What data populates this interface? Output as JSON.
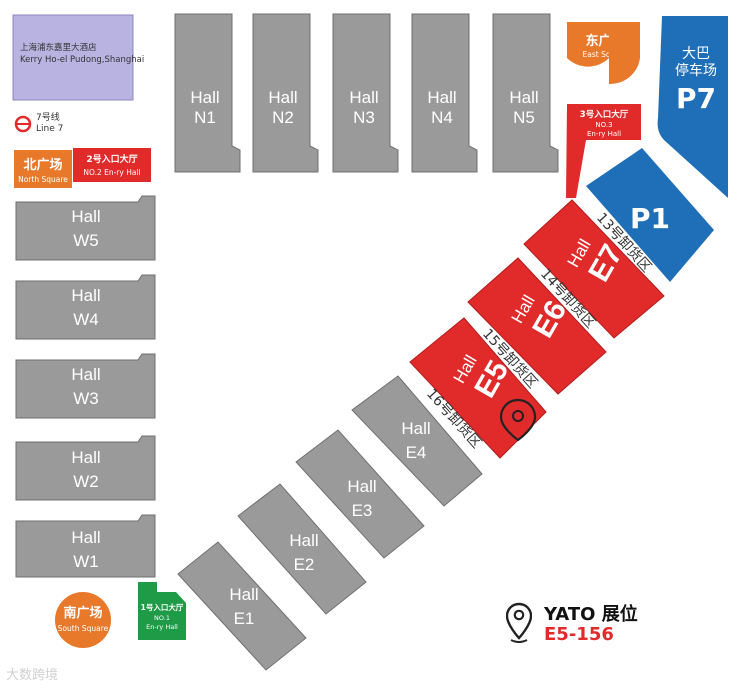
{
  "landmarks": {
    "kerry_hotel_cn": "上海浦东嘉里大酒店",
    "kerry_hotel_en": "Kerry Ho-el Pudong,Shanghai",
    "metro_cn": "7号线",
    "metro_en": "Line 7",
    "east_square_cn": "东广场",
    "east_square_en": "East Square",
    "north_square_cn": "北广场",
    "north_square_en": "North Square",
    "south_square_cn": "南广场",
    "south_square_en": "South Square",
    "bus_parking_line1": "大巴",
    "bus_parking_line2": "停车场",
    "bus_parking_code": "P7",
    "parking_p1": "P1"
  },
  "entries": {
    "no2_cn": "2号入口大厅",
    "no2_en": "NO.2 En-ry Hall",
    "no3_cn": "3号入口大厅",
    "no3_en1": "NO.3",
    "no3_en2": "En-ry Hall",
    "no1_cn": "1号入口大厅",
    "no1_en1": "NO.1",
    "no1_en2": "En-ry Hall"
  },
  "hall_word": "Hall",
  "halls": {
    "north": [
      "N1",
      "N2",
      "N3",
      "N4",
      "N5"
    ],
    "west": [
      "W5",
      "W4",
      "W3",
      "W2",
      "W1"
    ],
    "east": [
      "E1",
      "E2",
      "E3",
      "E4",
      "E5",
      "E6",
      "E7"
    ]
  },
  "docks": [
    "13号卸货区",
    "14号卸货区",
    "15号卸货区",
    "16号卸货区"
  ],
  "legend": {
    "title": "YATO 展位",
    "booth": "E5-156",
    "icon": "location-pin-icon"
  },
  "watermark": "大数跨境",
  "colors": {
    "hall_gray": "#9a9a9a",
    "highlight_red": "#e12b2b",
    "square_orange": "#e8782a",
    "parking_blue": "#1f6fb8",
    "entry_green": "#1f9a46",
    "hotel_lavender": "#b8b3e0"
  }
}
